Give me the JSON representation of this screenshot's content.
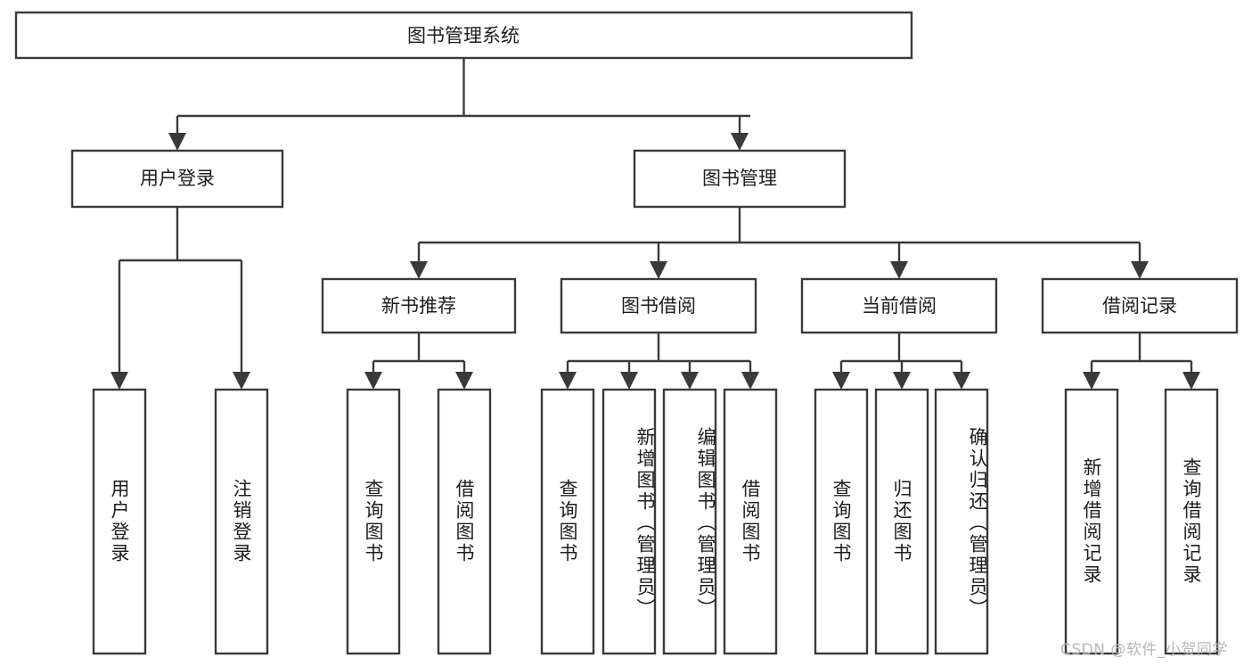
{
  "diagram": {
    "title": "图书管理系统",
    "type": "tree-hierarchy-chart",
    "root": {
      "label": "图书管理系统"
    },
    "level2": [
      {
        "label": "用户登录"
      },
      {
        "label": "图书管理"
      }
    ],
    "level3": [
      {
        "label": "新书推荐"
      },
      {
        "label": "图书借阅"
      },
      {
        "label": "当前借阅"
      },
      {
        "label": "借阅记录"
      }
    ],
    "leaves": [
      {
        "label": "用户登录",
        "parent": "用户登录"
      },
      {
        "label": "注销登录",
        "parent": "用户登录"
      },
      {
        "label": "查询图书",
        "parent": "新书推荐"
      },
      {
        "label": "借阅图书",
        "parent": "新书推荐"
      },
      {
        "label": "查询图书",
        "parent": "图书借阅"
      },
      {
        "label": "新增图书（管理员）",
        "parent": "图书借阅"
      },
      {
        "label": "编辑图书（管理员）",
        "parent": "图书借阅"
      },
      {
        "label": "借阅图书",
        "parent": "图书借阅"
      },
      {
        "label": "查询图书",
        "parent": "当前借阅"
      },
      {
        "label": "归还图书",
        "parent": "当前借阅"
      },
      {
        "label": "确认归还（管理员）",
        "parent": "当前借阅"
      },
      {
        "label": "新增借阅记录",
        "parent": "借阅记录"
      },
      {
        "label": "查询借阅记录",
        "parent": "借阅记录"
      }
    ],
    "colors": {
      "stroke": "#3a3a3a",
      "fill": "#ffffff",
      "text": "#1d1d1d",
      "watermark": "#b8b8b8",
      "background": "#ffffff"
    }
  },
  "watermark": {
    "text": "CSDN @软件_小贺同学"
  }
}
